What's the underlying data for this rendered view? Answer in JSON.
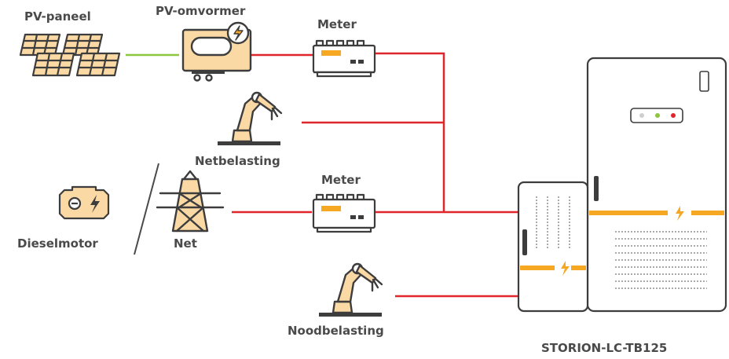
{
  "labels": {
    "pv_panel": "PV-paneel",
    "pv_inverter": "PV-omvormer",
    "meter_top": "Meter",
    "grid_load": "Netbelasting",
    "diesel": "Dieselmotor",
    "grid": "Net",
    "meter_bottom": "Meter",
    "backup_load": "Noodbelasting",
    "product": "STORION-LC-TB125"
  },
  "colors": {
    "ac_line": "#e0262a",
    "dc_line": "#8dc63f",
    "accent": "#f7a823",
    "fill_light": "#fbd9a5",
    "outline": "#3d3d3d",
    "label_text": "#4a4a4a"
  },
  "icons": {
    "pv_panel": "solar-panel-icon",
    "pv_inverter": "inverter-icon",
    "meter": "electric-meter-icon",
    "load": "robot-arm-icon",
    "diesel": "diesel-generator-icon",
    "grid": "transmission-tower-icon",
    "cabinet": "battery-cabinet-icon"
  }
}
